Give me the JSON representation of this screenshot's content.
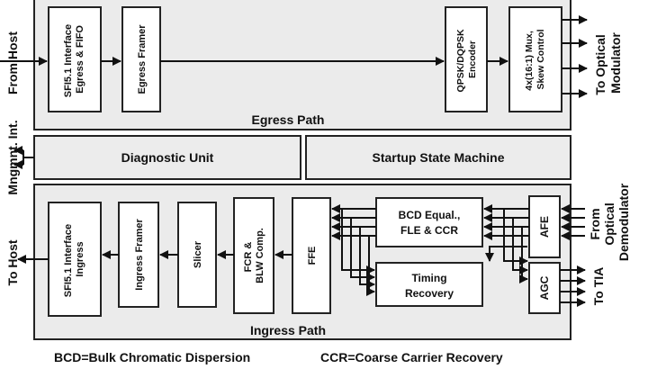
{
  "side_labels": {
    "from_host": "From Host",
    "mngmnt_int": "Mngmnt. Int.",
    "to_host": "To Host"
  },
  "egress": {
    "section_label": "Egress Path",
    "sfi_interface": "SFI5.1 Interface Egress & FIFO",
    "framer": "Egress Framer",
    "encoder": "QPSK/DQPSK Encoder",
    "mux": "4x(16:1) Mux, Skew Control"
  },
  "middle": {
    "diagnostic": "Diagnostic Unit",
    "startup": "Startup State Machine"
  },
  "ingress": {
    "section_label": "Ingress Path",
    "sfi_interface": "SFI5.1 Interface Ingress",
    "framer": "Ingress Framer",
    "slicer": "Slicer",
    "fcr": "FCR & BLW Comp.",
    "ffe": "FFE",
    "bcd": "BCD Equal., FLE & CCR",
    "timing": "Timing Recovery",
    "afe": "AFE",
    "agc": "AGC"
  },
  "right_labels": {
    "to_optical_modulator": "To Optical Modulator",
    "from_optical_demodulator": "From Optical Demodulator",
    "to_tia": "To TIA"
  },
  "footnote": {
    "bcd": "BCD=Bulk Chromatic Dispersion",
    "ccr": "CCR=Coarse Carrier Recovery"
  }
}
